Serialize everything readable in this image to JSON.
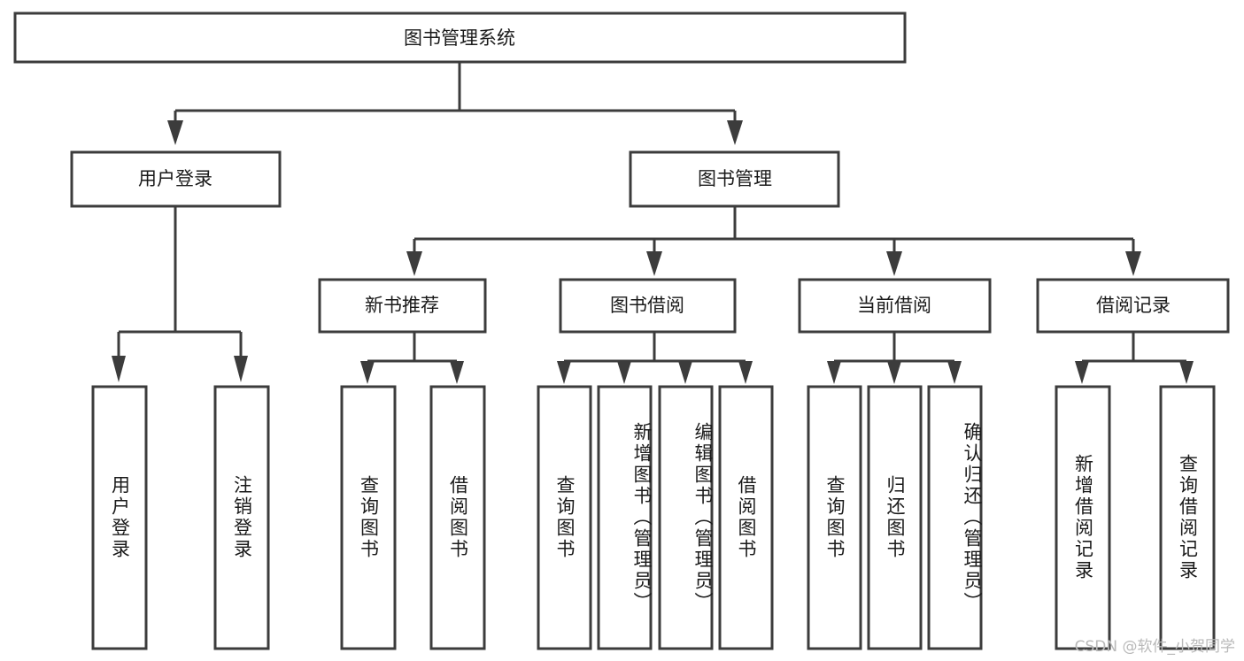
{
  "diagram": {
    "title": "图书管理系统",
    "type": "tree-hierarchy",
    "orientation": "top-down",
    "stroke_color": "#3c3c3c",
    "fill_color": "#ffffff",
    "text_color": "#1a1a1a",
    "root": {
      "id": "root",
      "label": "图书管理系统",
      "text_direction": "horizontal"
    },
    "level2": [
      {
        "id": "user-login",
        "label": "用户登录",
        "text_direction": "horizontal"
      },
      {
        "id": "book-management",
        "label": "图书管理",
        "text_direction": "horizontal"
      }
    ],
    "level3": [
      {
        "id": "new-book-recommend",
        "label": "新书推荐",
        "text_direction": "horizontal",
        "parent": "book-management"
      },
      {
        "id": "book-borrow",
        "label": "图书借阅",
        "text_direction": "horizontal",
        "parent": "book-management"
      },
      {
        "id": "current-borrow",
        "label": "当前借阅",
        "text_direction": "horizontal",
        "parent": "book-management"
      },
      {
        "id": "borrow-record",
        "label": "借阅记录",
        "text_direction": "horizontal",
        "parent": "book-management"
      }
    ],
    "leaves": [
      {
        "id": "leaf-user-login",
        "label": "用户登录",
        "text_direction": "vertical",
        "parent": "user-login"
      },
      {
        "id": "leaf-user-logout",
        "label": "注销登录",
        "text_direction": "vertical",
        "parent": "user-login"
      },
      {
        "id": "leaf-query-book-1",
        "label": "查询图书",
        "text_direction": "vertical",
        "parent": "new-book-recommend"
      },
      {
        "id": "leaf-borrow-book-1",
        "label": "借阅图书",
        "text_direction": "vertical",
        "parent": "new-book-recommend"
      },
      {
        "id": "leaf-query-book-2",
        "label": "查询图书",
        "text_direction": "vertical",
        "parent": "book-borrow"
      },
      {
        "id": "leaf-add-book",
        "label": "新增图书（管理员）",
        "text_direction": "vertical",
        "parent": "book-borrow"
      },
      {
        "id": "leaf-edit-book",
        "label": "编辑图书（管理员）",
        "text_direction": "vertical",
        "parent": "book-borrow"
      },
      {
        "id": "leaf-borrow-book-2",
        "label": "借阅图书",
        "text_direction": "vertical",
        "parent": "book-borrow"
      },
      {
        "id": "leaf-query-book-3",
        "label": "查询图书",
        "text_direction": "vertical",
        "parent": "current-borrow"
      },
      {
        "id": "leaf-return-book",
        "label": "归还图书",
        "text_direction": "vertical",
        "parent": "current-borrow"
      },
      {
        "id": "leaf-confirm-return",
        "label": "确认归还（管理员）",
        "text_direction": "vertical",
        "parent": "current-borrow"
      },
      {
        "id": "leaf-add-record",
        "label": "新增借阅记录",
        "text_direction": "vertical",
        "parent": "borrow-record"
      },
      {
        "id": "leaf-query-record",
        "label": "查询借阅记录",
        "text_direction": "vertical",
        "parent": "borrow-record"
      }
    ]
  },
  "watermark": {
    "text": "CSDN @软件_小贺同学"
  }
}
